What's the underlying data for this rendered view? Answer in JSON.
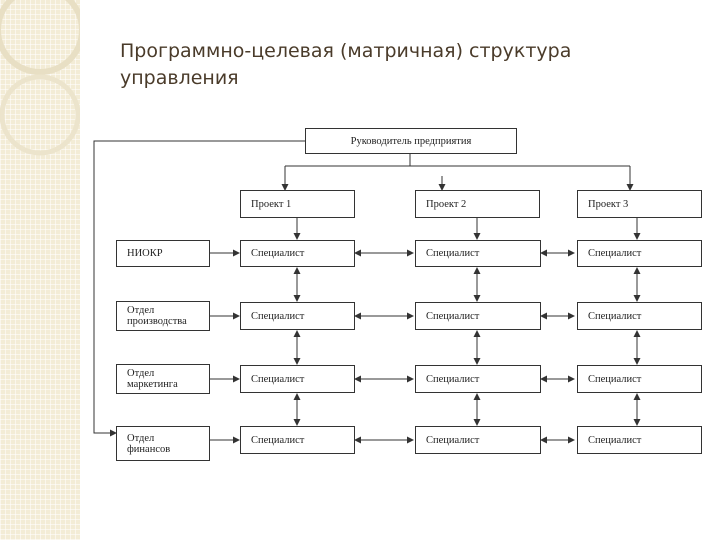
{
  "title": {
    "line1": "Программно-целевая (матричная) структура",
    "line2": "управления"
  },
  "diagram": {
    "head": "Руководитель предприятия",
    "projects": [
      "Проект 1",
      "Проект 2",
      "Проект 3"
    ],
    "departments": [
      {
        "lines": [
          "НИОКР"
        ]
      },
      {
        "lines": [
          "Отдел",
          "производства"
        ]
      },
      {
        "lines": [
          "Отдел",
          "маркетинга"
        ]
      },
      {
        "lines": [
          "Отдел",
          "финансов"
        ]
      }
    ],
    "specialist": "Специалист"
  },
  "colors": {
    "title_text": "#4a3b2a",
    "side_band": "#f3ecd6",
    "lines": "#333333"
  }
}
